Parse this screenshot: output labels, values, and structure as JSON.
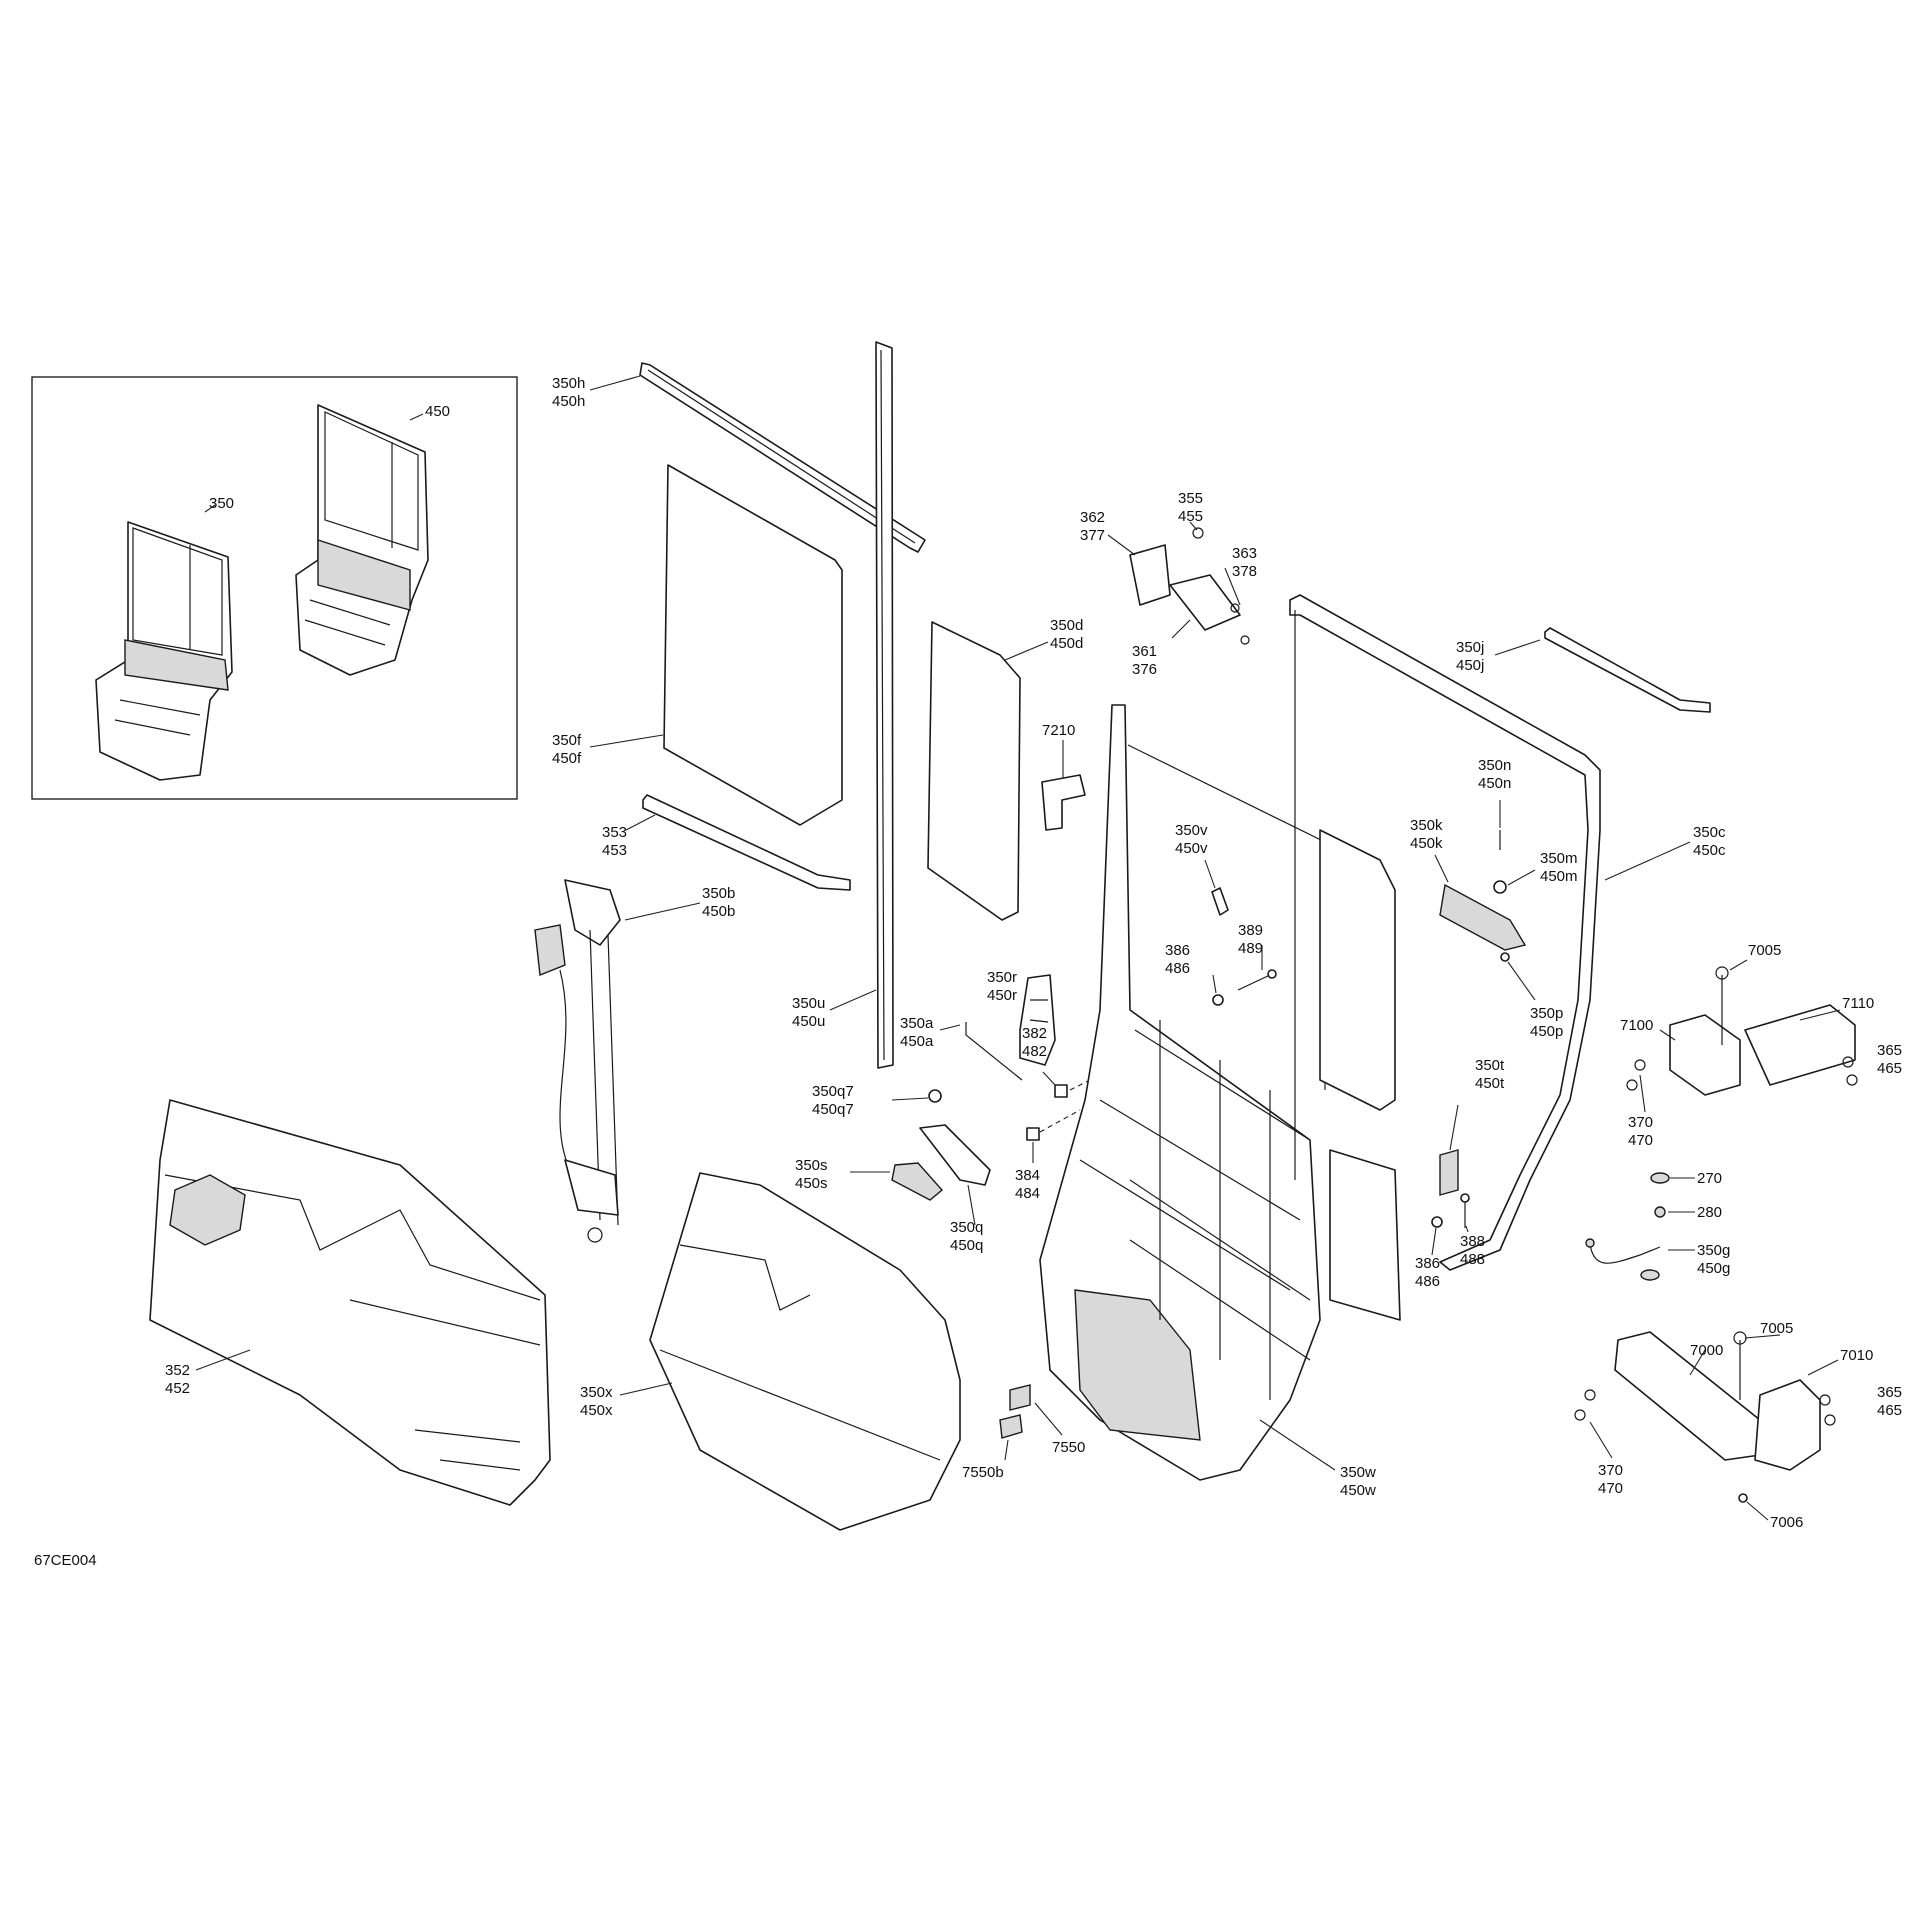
{
  "diagram_code": "67CE004",
  "labels": {
    "inset_450": "450",
    "inset_350": "350",
    "l_350h": "350h",
    "l_450h": "450h",
    "l_350f": "350f",
    "l_450f": "450f",
    "l_353": "353",
    "l_453": "453",
    "l_350b": "350b",
    "l_450b": "450b",
    "l_350u": "350u",
    "l_450u": "450u",
    "l_350d": "350d",
    "l_450d": "450d",
    "l_7210": "7210",
    "l_350r": "350r",
    "l_450r": "450r",
    "l_350a": "350a",
    "l_450a": "450a",
    "l_382": "382",
    "l_482": "482",
    "l_350q7": "350q7",
    "l_450q7": "450q7",
    "l_350s": "350s",
    "l_450s": "450s",
    "l_384": "384",
    "l_484": "484",
    "l_350q": "350q",
    "l_450q": "450q",
    "l_352": "352",
    "l_452": "452",
    "l_350x": "350x",
    "l_450x": "450x",
    "l_7550": "7550",
    "l_7550b": "7550b",
    "l_350w": "350w",
    "l_450w": "450w",
    "l_355": "355",
    "l_455": "455",
    "l_362": "362",
    "l_377": "377",
    "l_363": "363",
    "l_378": "378",
    "l_361": "361",
    "l_376": "376",
    "l_350v": "350v",
    "l_450v": "450v",
    "l_386a": "386",
    "l_486a": "486",
    "l_389": "389",
    "l_489": "489",
    "l_350j": "350j",
    "l_450j": "450j",
    "l_350n": "350n",
    "l_450n": "450n",
    "l_350k": "350k",
    "l_450k": "450k",
    "l_350m": "350m",
    "l_450m": "450m",
    "l_350c": "350c",
    "l_450c": "450c",
    "l_350p": "350p",
    "l_450p": "450p",
    "l_350t": "350t",
    "l_450t": "450t",
    "l_386b": "386",
    "l_486b": "486",
    "l_388": "388",
    "l_488": "488",
    "l_7005a": "7005",
    "l_7100": "7100",
    "l_7110": "7110",
    "l_365a": "365",
    "l_465a": "465",
    "l_370a": "370",
    "l_470a": "470",
    "l_270": "270",
    "l_280": "280",
    "l_350g": "350g",
    "l_450g": "450g",
    "l_7005b": "7005",
    "l_7000": "7000",
    "l_7010": "7010",
    "l_365b": "365",
    "l_465b": "465",
    "l_370b": "370",
    "l_470b": "470",
    "l_7006": "7006"
  }
}
